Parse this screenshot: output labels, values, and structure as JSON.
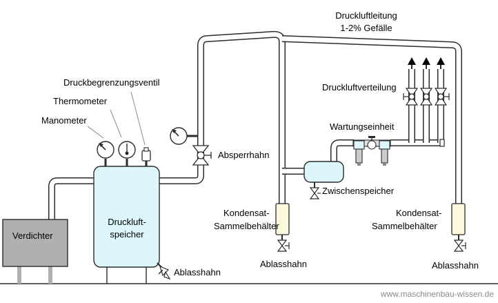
{
  "colors": {
    "tank_fill": "#dcf6fb",
    "sammel_fill": "#fbf8dc",
    "compressor_fill": "#b0b0b0",
    "pipe_stroke": "#2a2a2a",
    "pipe_fill": "#ffffff",
    "credit_text": "#8a8a8a"
  },
  "labels": {
    "verdichter": "Verdichter",
    "speicher_line1": "Druckluft-",
    "speicher_line2": "speicher",
    "manometer": "Manometer",
    "thermometer": "Thermometer",
    "druckbegrenzungsventil": "Druckbegrenzungsventil",
    "ablasshahn_tank": "Ablasshahn",
    "absperrhahn": "Absperrhahn",
    "leitung_line1": "Druckluftleitung",
    "leitung_line2": "1-2% Gefälle",
    "verteilung": "Druckluftverteilung",
    "wartungseinheit": "Wartungseinheit",
    "zwischenspeicher": "Zwischenspeicher",
    "kondensat_left_line1": "Kondensat-",
    "kondensat_left_line2": "Sammelbehälter",
    "ablasshahn_left": "Ablasshahn",
    "kondensat_right_line1": "Kondensat-",
    "kondensat_right_line2": "Sammelbehälter",
    "ablasshahn_right": "Ablasshahn",
    "credit": "www.maschinenbau-wissen.de"
  },
  "icons": {
    "manometer_gauge": "pressure-gauge-icon",
    "thermometer_gauge": "thermometer-icon",
    "relief_valve": "relief-valve-icon",
    "shutoff_valve": "ball-valve-icon",
    "drain_valve": "drain-valve-icon",
    "outlet_arrow": "arrow-up-icon",
    "filter_unit": "filter-regulator-icon"
  }
}
